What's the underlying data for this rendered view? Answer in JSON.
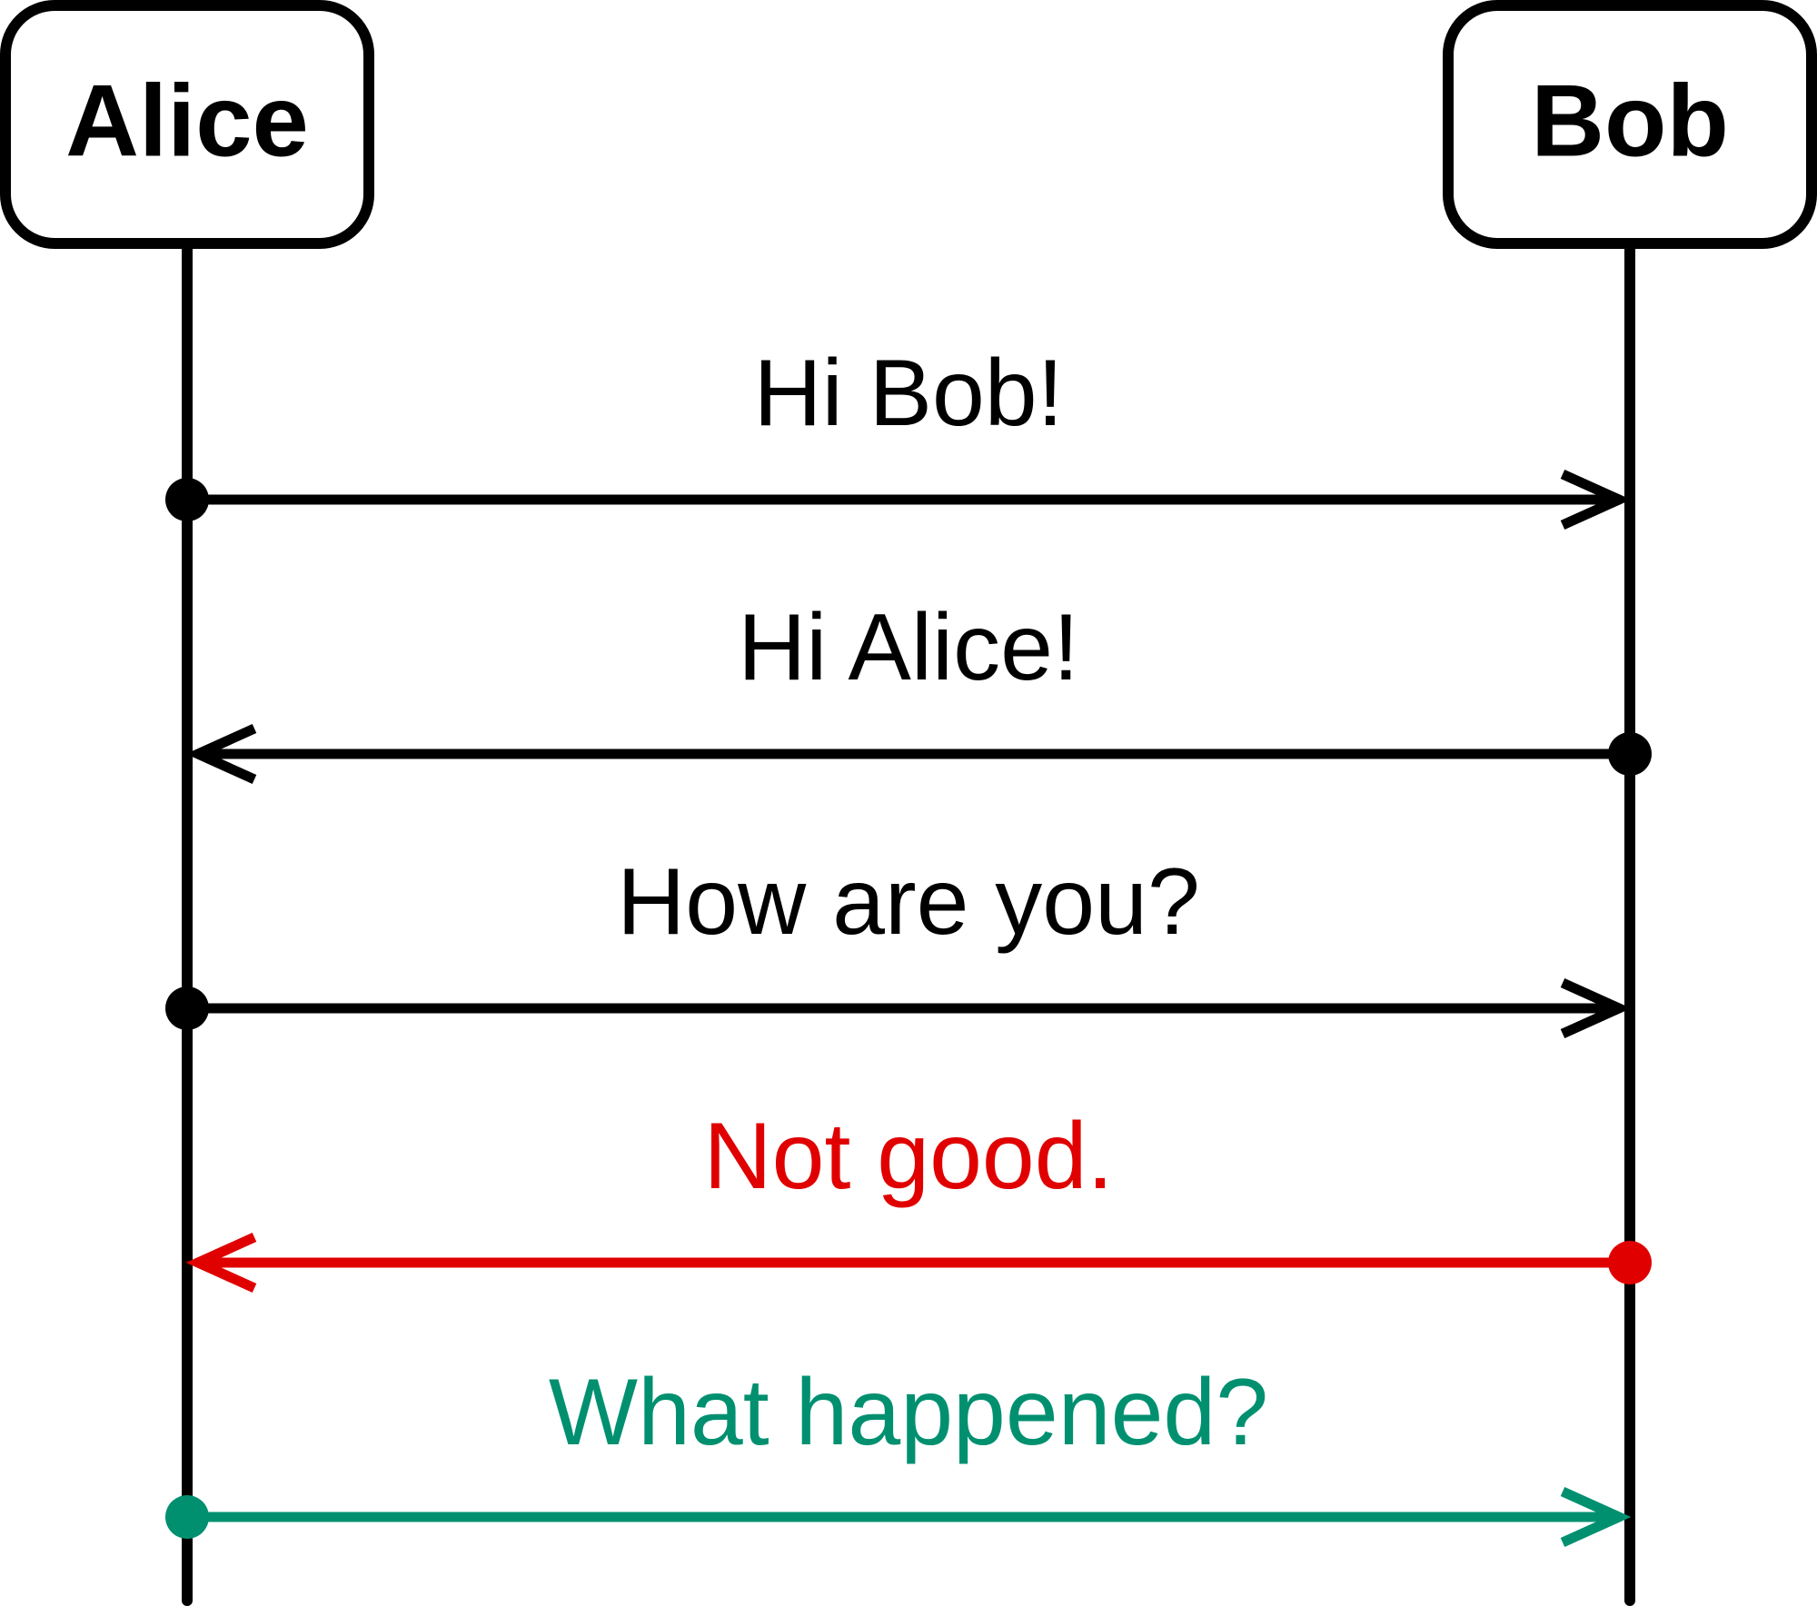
{
  "diagram": {
    "participants": [
      {
        "name": "Alice"
      },
      {
        "name": "Bob"
      }
    ],
    "messages": [
      {
        "text": "Hi Bob!",
        "from": "Alice",
        "to": "Bob",
        "color": "#000000"
      },
      {
        "text": "Hi Alice!",
        "from": "Bob",
        "to": "Alice",
        "color": "#000000"
      },
      {
        "text": "How are you?",
        "from": "Alice",
        "to": "Bob",
        "color": "#000000"
      },
      {
        "text": "Not good.",
        "from": "Bob",
        "to": "Alice",
        "color": "#E00000"
      },
      {
        "text": "What happened?",
        "from": "Alice",
        "to": "Bob",
        "color": "#009070"
      }
    ]
  }
}
